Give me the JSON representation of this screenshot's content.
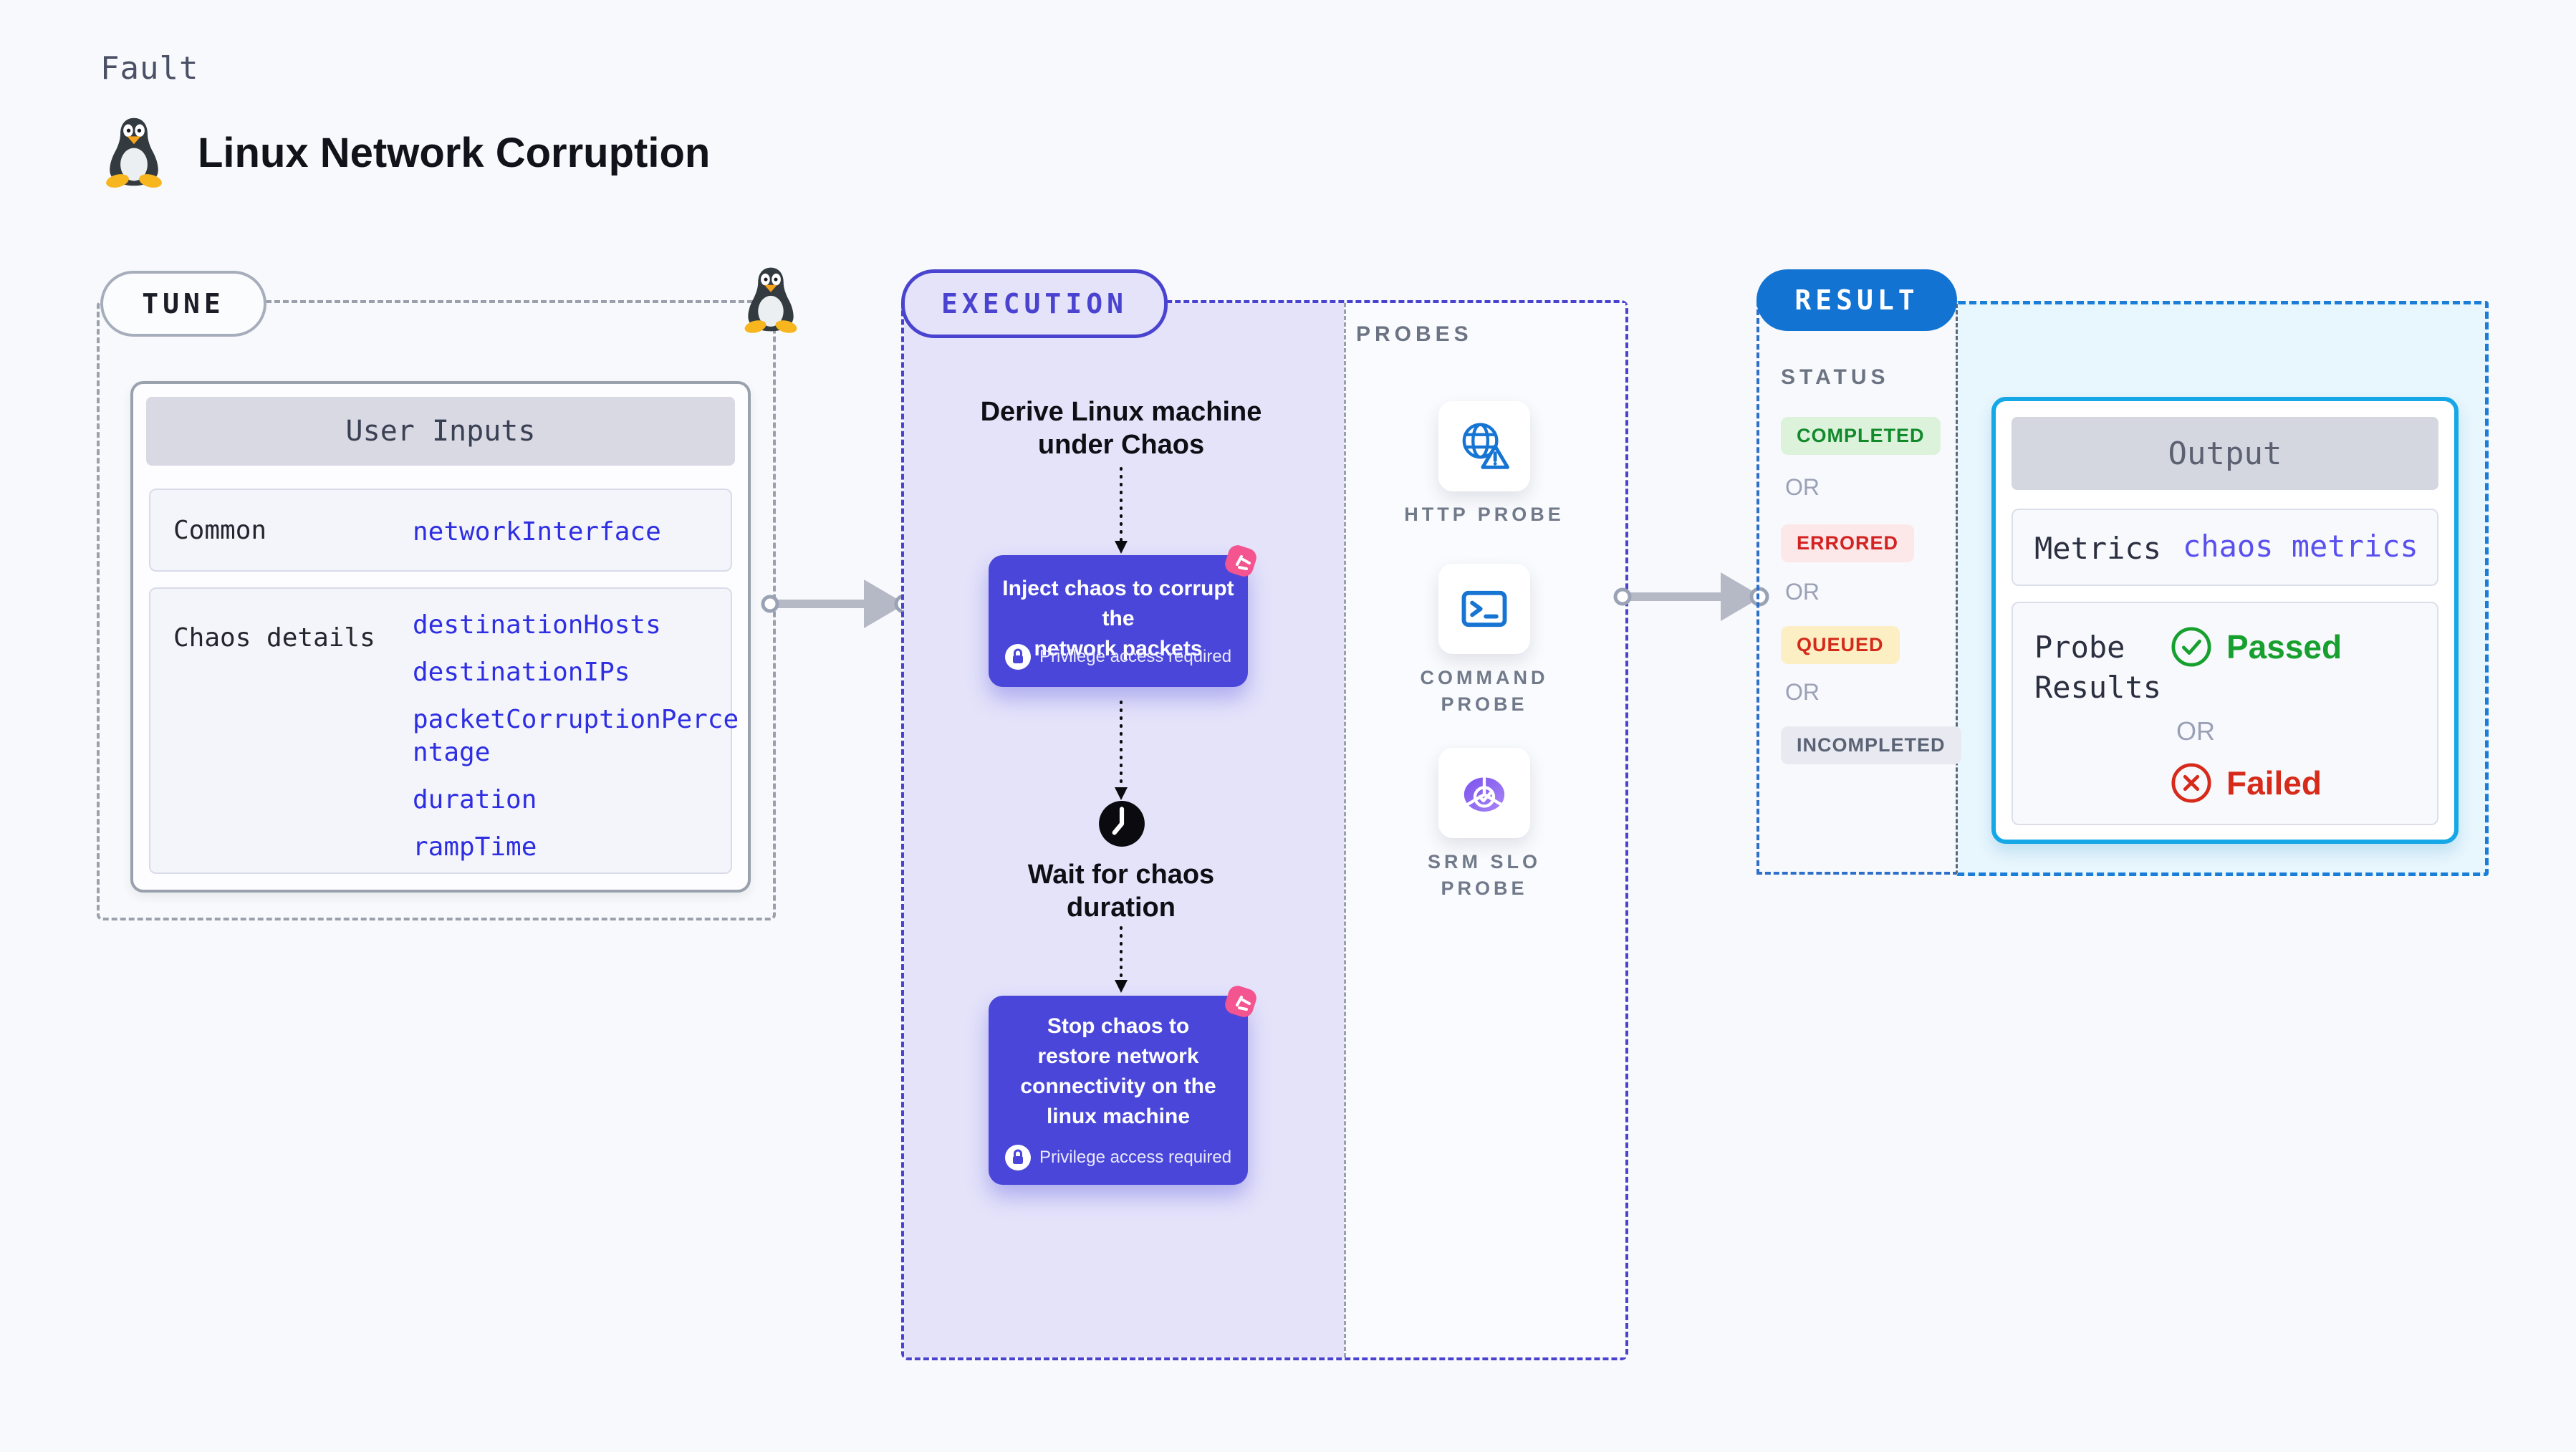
{
  "header": {
    "kicker": "Fault",
    "title": "Linux Network Corruption"
  },
  "tune": {
    "pill": "TUNE",
    "card": {
      "title": "User Inputs",
      "rows": [
        {
          "label": "Common",
          "values": [
            "networkInterface"
          ]
        },
        {
          "label": "Chaos details",
          "values": [
            "destinationHosts",
            "destinationIPs",
            "packetCorruptionPercentage",
            "duration",
            "rampTime"
          ]
        }
      ]
    }
  },
  "execution": {
    "pill": "EXECUTION",
    "step_derive": "Derive Linux machine\nunder Chaos",
    "inject": {
      "text": "Inject chaos to corrupt the\nnetwork packets",
      "badge": "Privilege access required"
    },
    "step_wait": "Wait for chaos\nduration",
    "stop": {
      "text": "Stop chaos to\nrestore network\nconnectivity on the\nlinux machine",
      "badge": "Privilege access required"
    }
  },
  "probes": {
    "label": "PROBES",
    "items": [
      {
        "label": "HTTP PROBE",
        "icon": "globe-alert-icon"
      },
      {
        "label": "COMMAND PROBE",
        "icon": "terminal-icon"
      },
      {
        "label": "SRM SLO PROBE",
        "icon": "slo-pie-icon"
      }
    ]
  },
  "result": {
    "pill": "RESULT",
    "status_label": "STATUS",
    "or_label": "OR",
    "statuses": [
      {
        "label": "COMPLETED",
        "fg": "#128a2b",
        "bg": "#dcf2db"
      },
      {
        "label": "ERRORED",
        "fg": "#d32222",
        "bg": "#fce8e8"
      },
      {
        "label": "QUEUED",
        "fg": "#d42a1a",
        "bg": "#fcefc3"
      },
      {
        "label": "INCOMPLETED",
        "fg": "#5a6375",
        "bg": "#e9eaf1"
      }
    ],
    "output": {
      "title": "Output",
      "metrics_label": "Metrics",
      "metrics_value": "chaos metrics",
      "probe_results_label": "Probe\nResults",
      "passed": "Passed",
      "or": "OR",
      "failed": "Failed"
    }
  },
  "colors": {
    "page_bg": "#f8f9fc",
    "tune_dash": "#9ba1ac",
    "execution_accent": "#4a43cf",
    "execution_bg": "#e4e3fa",
    "chaos_card": "#4a46d9",
    "chaos_badge_pink": "#f4548f",
    "probe_icon_blue": "#1674d2",
    "srm_purple": "#8a63e8",
    "result_accent": "#1273d2",
    "output_border_cyan": "#16a7e6",
    "output_bg": "#e8f6fd",
    "value_blue": "#2e2ee2",
    "passed_green": "#17a02e",
    "failed_red": "#d62a1a"
  }
}
